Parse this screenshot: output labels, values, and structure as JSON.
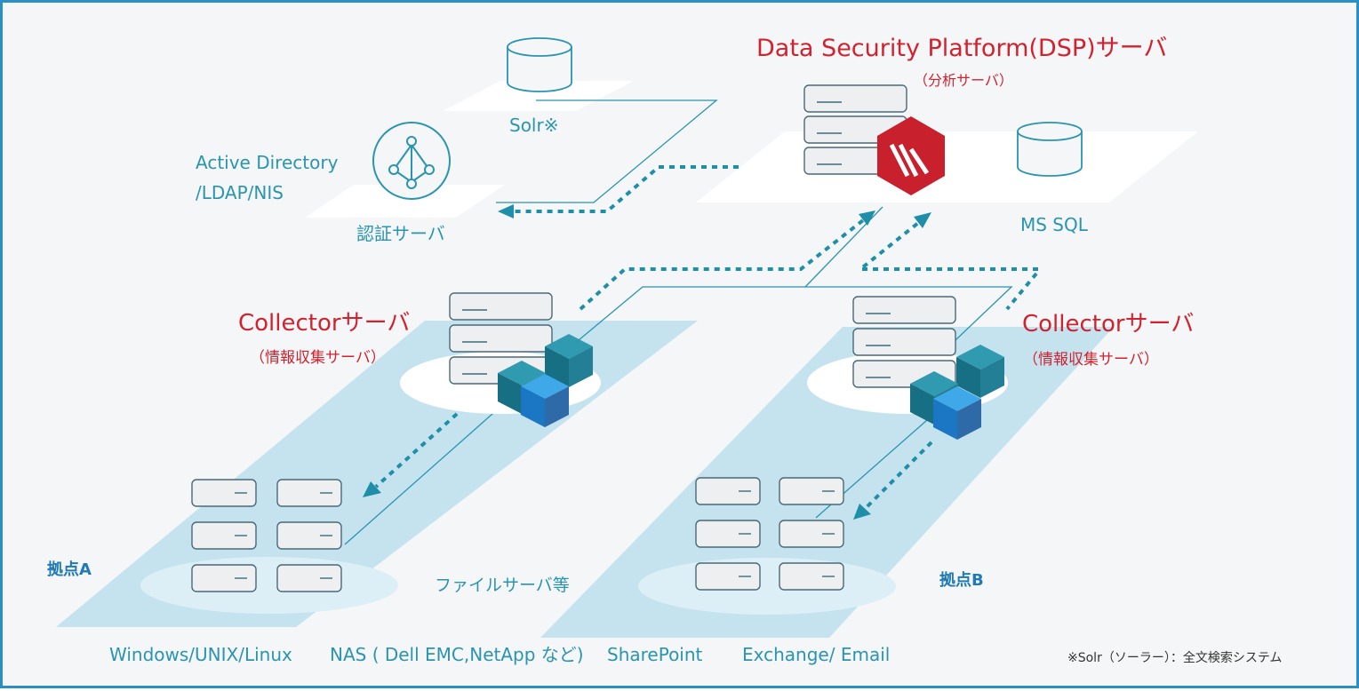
{
  "dsp": {
    "title": "Data Security Platform(DSP)サーバ",
    "subtitle": "（分析サーバ）",
    "db_label": "MS SQL"
  },
  "solr": {
    "label": "Solr※"
  },
  "auth": {
    "line1": "Active Directory",
    "line2": "/LDAP/NIS",
    "label": "認証サーバ"
  },
  "collector_a": {
    "title": "Collectorサーバ",
    "subtitle": "（情報収集サーバ）"
  },
  "collector_b": {
    "title": "Collectorサーバ",
    "subtitle": "（情報収集サーバ）"
  },
  "site_a": {
    "label": "拠点A"
  },
  "site_b": {
    "label": "拠点B"
  },
  "file_servers_label": "ファイルサーバ等",
  "sources": [
    "Windows/UNIX/Linux",
    "NAS ( Dell EMC,NetApp など)",
    "SharePoint",
    "Exchange/ Email"
  ],
  "footnote": "※Solr（ソーラー）：全文検索システム",
  "colors": {
    "frame": "#2a8fc4",
    "teal": "#2b94b0",
    "red": "#d1222f",
    "plane": "#c5e3ef",
    "logo": "#c9202e"
  },
  "icons": [
    "database-icon",
    "network-tree-icon",
    "server-icon",
    "cube-icon",
    "hexagon-logo-icon",
    "dotted-arrow-icon"
  ]
}
